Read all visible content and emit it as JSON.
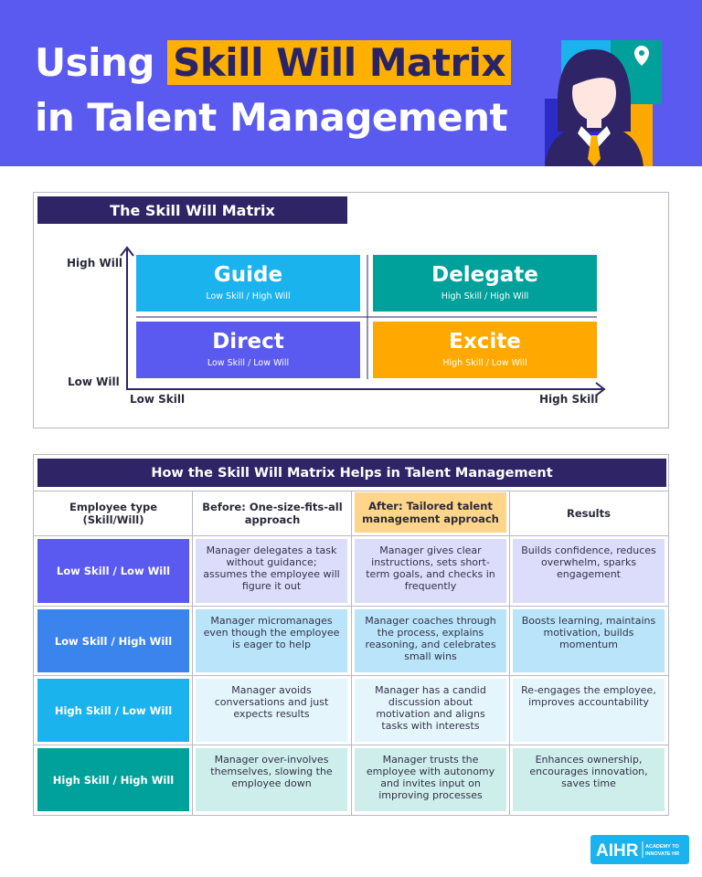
{
  "header": {
    "title_pre": "Using",
    "title_highlight": "Skill Will Matrix",
    "title_line2": "in Talent Management"
  },
  "matrix": {
    "title": "The Skill Will Matrix",
    "y_high": "High Will",
    "y_low": "Low Will",
    "x_low": "Low Skill",
    "x_high": "High Skill",
    "quadrants": [
      {
        "name": "Guide",
        "sub": "Low Skill / High Will",
        "color": "#1ab3ee"
      },
      {
        "name": "Delegate",
        "sub": "High Skill / High Will",
        "color": "#00a19b"
      },
      {
        "name": "Direct",
        "sub": "Low Skill / Low Will",
        "color": "#5a5af0"
      },
      {
        "name": "Excite",
        "sub": "High Skill / Low Will",
        "color": "#ffa800"
      }
    ]
  },
  "table": {
    "title": "How the Skill Will Matrix Helps in Talent Management",
    "headers": [
      "Employee type (Skill/Will)",
      "Before: One-size-fits-all approach",
      "After: Tailored talent management approach",
      "Results"
    ],
    "rows": [
      {
        "type": "Low Skill / Low Will",
        "before": "Manager delegates a task without guidance; assumes the employee will figure it out",
        "after": "Manager gives clear instructions, sets short-term goals, and checks in frequently",
        "results": "Builds confidence, reduces overwhelm, sparks engagement"
      },
      {
        "type": "Low Skill / High Will",
        "before": "Manager micromanages even though the employee is eager to help",
        "after": "Manager coaches through the process, explains reasoning, and celebrates small wins",
        "results": "Boosts learning, maintains motivation, builds momentum"
      },
      {
        "type": "High Skill / Low Will",
        "before": "Manager avoids conversations and just expects results",
        "after": "Manager has a candid discussion about motivation and aligns tasks with interests",
        "results": "Re-engages the employee, improves accountability"
      },
      {
        "type": "High Skill / High Will",
        "before": "Manager over-involves themselves, slowing the employee down",
        "after": "Manager trusts the employee with autonomy and invites input on improving processes",
        "results": "Enhances ownership, encourages innovation, saves time"
      }
    ]
  },
  "logo": {
    "name": "AIHR",
    "tagline": "ACADEMY TO INNOVATE HR"
  }
}
